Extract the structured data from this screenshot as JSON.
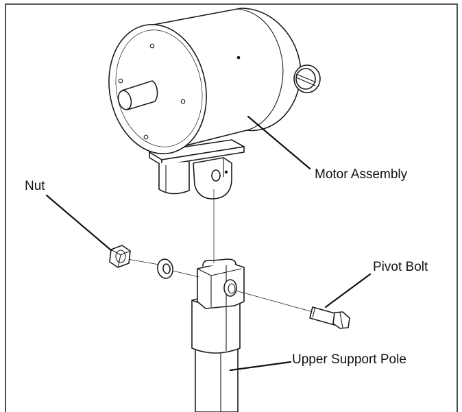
{
  "labels": {
    "motor_assembly": "Motor Assembly",
    "nut": "Nut",
    "pivot_bolt": "Pivot Bolt",
    "upper_support_pole": "Upper Support Pole"
  }
}
